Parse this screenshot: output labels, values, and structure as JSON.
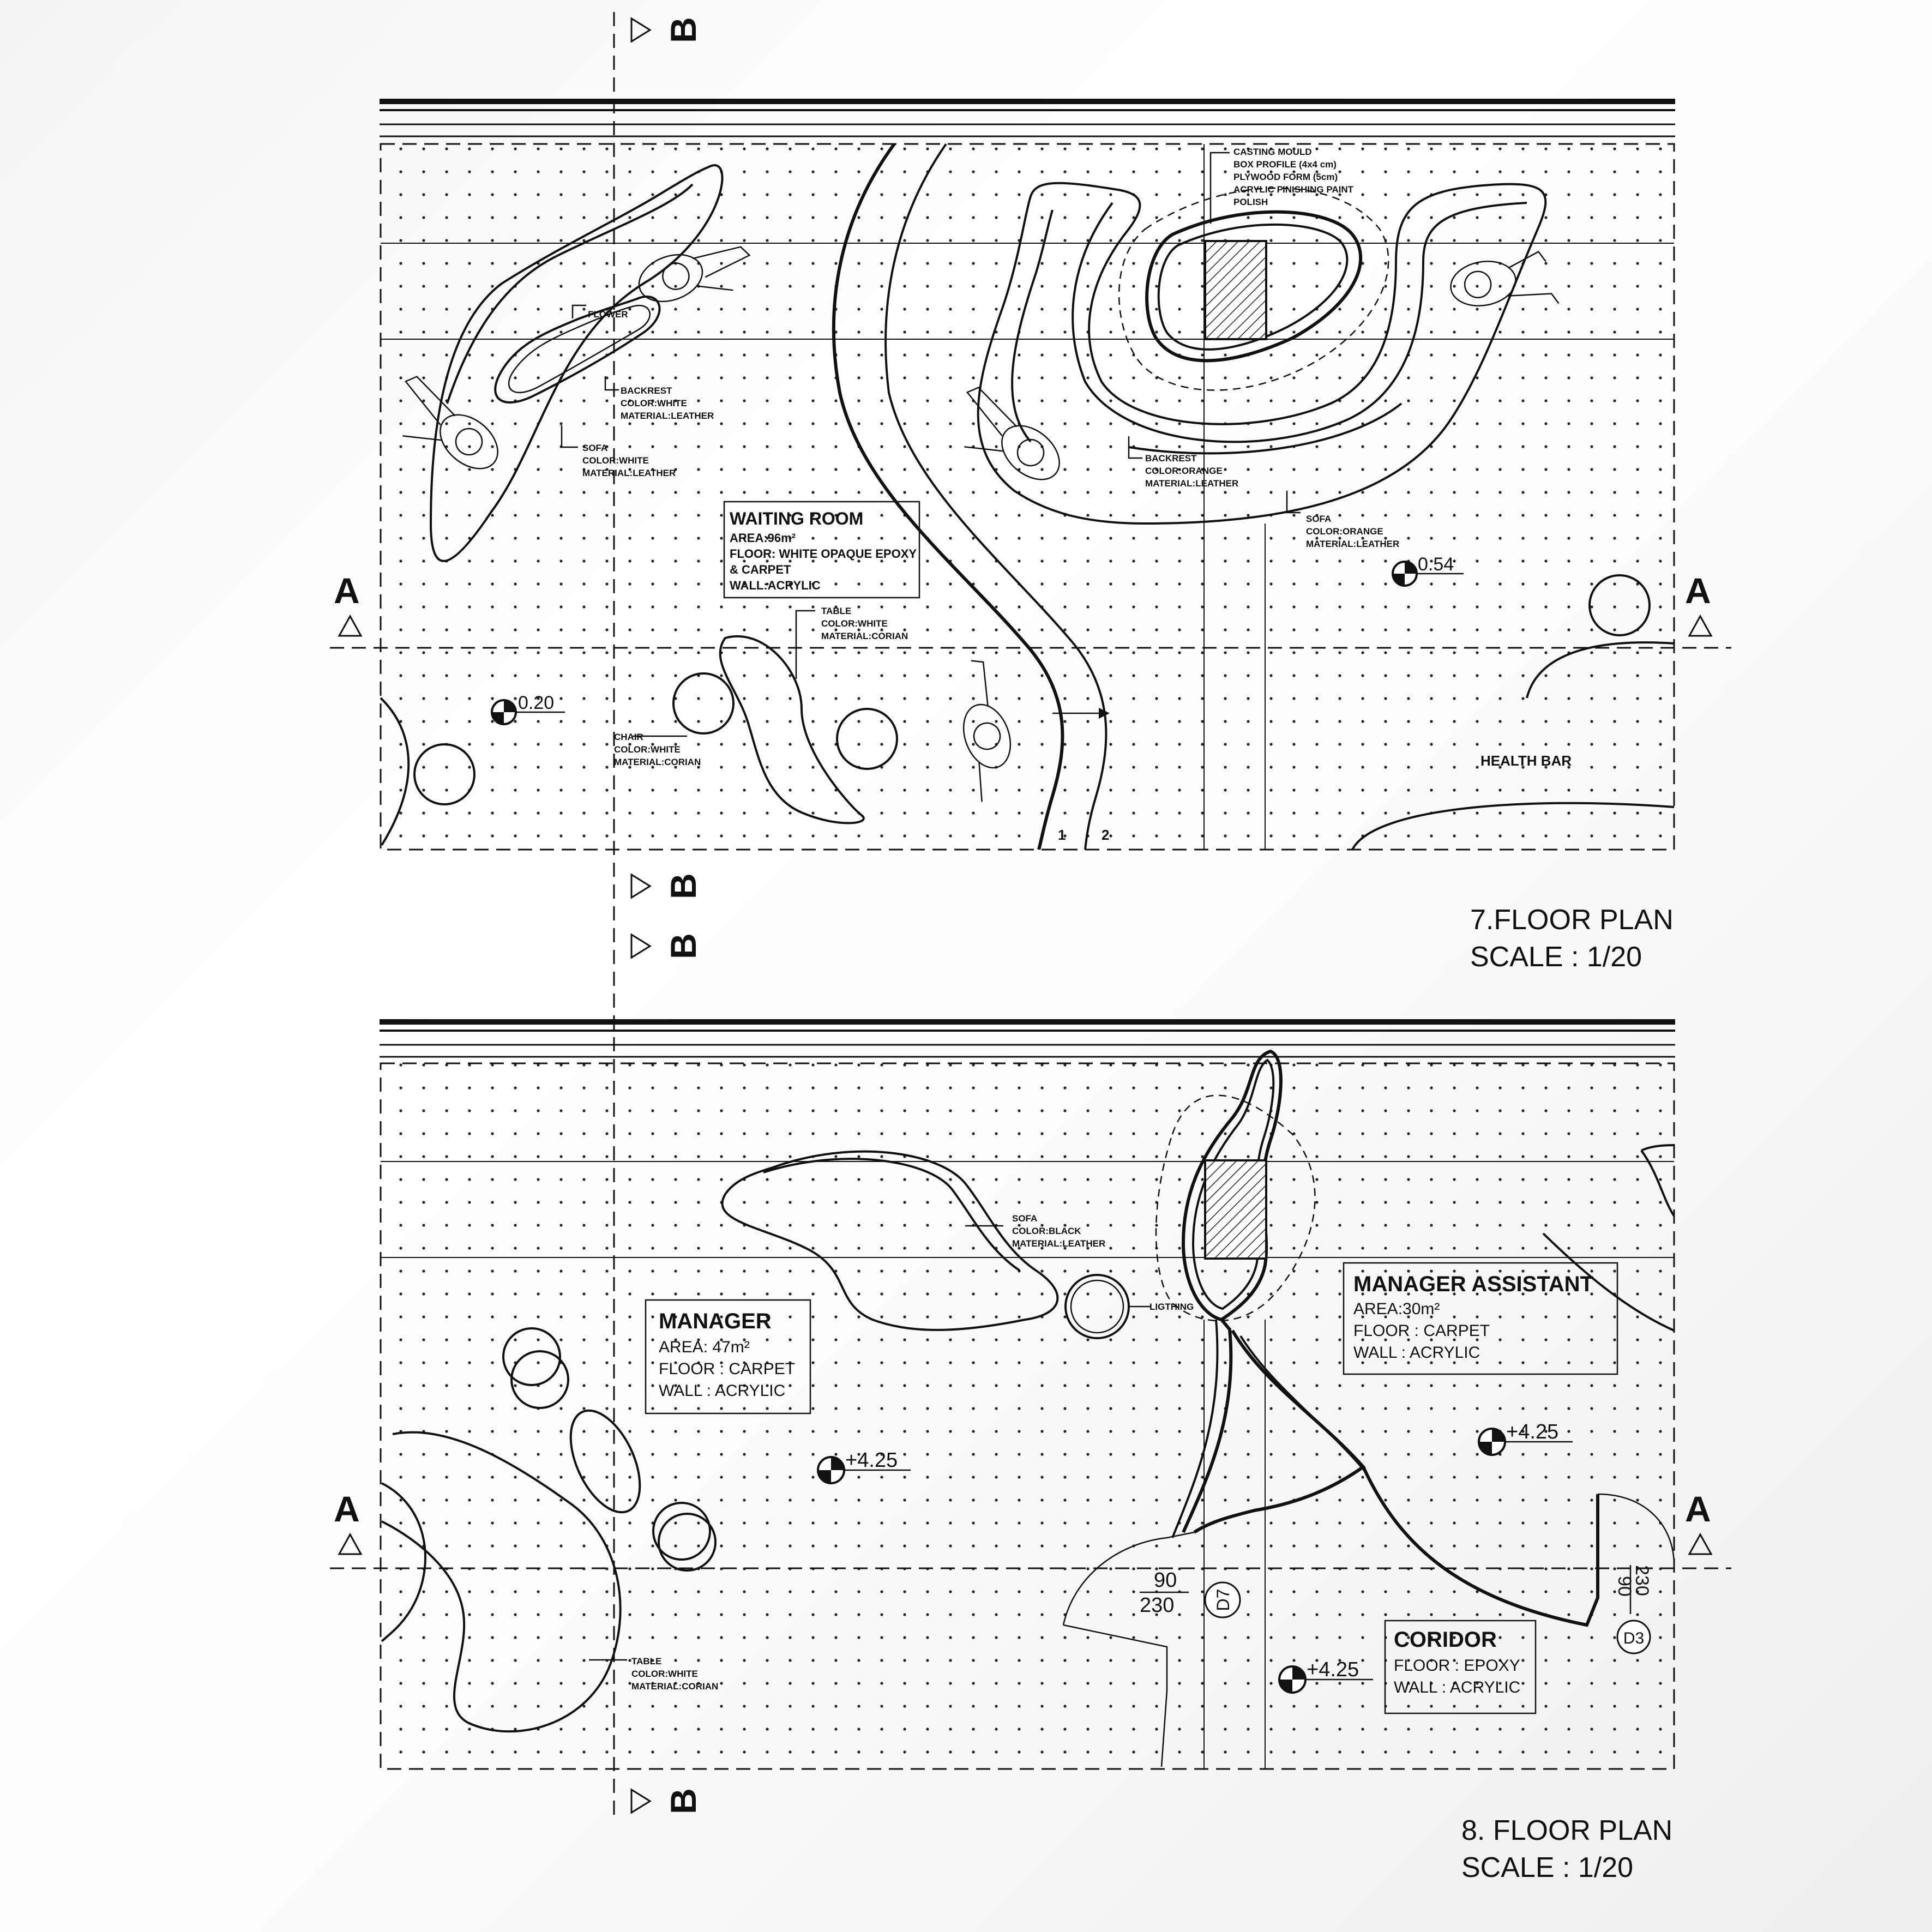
{
  "section_markers": {
    "a": "A",
    "b": "B"
  },
  "plan7": {
    "title": "7.FLOOR PLAN",
    "scale": "SCALE : 1/20",
    "room": {
      "name": "WAITING ROOM",
      "area": "AREA:96m²",
      "floor_line1": "FLOOR: WHITE OPAQUE EPOXY",
      "floor_line2": "& CARPET",
      "wall": "WALL:ACRYLIC"
    },
    "notes": {
      "flower": "FLOWER",
      "backrest_white": [
        "BACKREST",
        "COLOR:WHITE",
        "MATERIAL:LEATHER"
      ],
      "sofa_white": [
        "SOFA",
        "COLOR:WHITE",
        "MATERIAL:LEATHER"
      ],
      "table_white": [
        "TABLE",
        "COLOR:WHITE",
        "MATERIAL:CORIAN"
      ],
      "chair_white": [
        "CHAIR",
        "COLOR:WHITE",
        "MATERIAL:CORIAN"
      ],
      "casting": [
        "CASTING MOULD",
        "BOX PROFILE (4x4 cm)",
        "PLYWOOD FORM (5cm)",
        "ACRYLIC FINISHING PAINT",
        "POLISH"
      ],
      "backrest_orange": [
        "BACKREST",
        "COLOR:ORANGE",
        "MATERIAL:LEATHER"
      ],
      "sofa_orange": [
        "SOFA",
        "COLOR:ORANGE",
        "MATERIAL:LEATHER"
      ],
      "health_bar": "HEALTH BAR"
    },
    "levels": {
      "left": "0.20",
      "right": "0.54"
    },
    "ramp_marks": [
      "1",
      "2"
    ]
  },
  "plan8": {
    "title": "8. FLOOR PLAN",
    "scale": "SCALE : 1/20",
    "manager": {
      "name": "MANAGER",
      "area": "AREA: 47m²",
      "floor": "FLOOR : CARPET",
      "wall": "WALL : ACRYLIC"
    },
    "assistant": {
      "name": "MANAGER ASSISTANT",
      "area": "AREA:30m²",
      "floor": "FLOOR : CARPET",
      "wall": "WALL : ACRYLIC"
    },
    "corridor": {
      "name": "CORIDOR",
      "floor": "FLOOR : EPOXY",
      "wall": "WALL : ACRYLIC"
    },
    "notes": {
      "sofa_black": [
        "SOFA",
        "COLOR:BLACK",
        "MATERIAL:LEATHER"
      ],
      "lighting": "LIGTHING",
      "table_white": [
        "TABLE",
        "COLOR:WHITE",
        "MATERIAL:CORIAN"
      ]
    },
    "levels": {
      "manager": "+4.25",
      "assistant": "+4.25",
      "corridor": "+4.25"
    },
    "doors": {
      "d7": {
        "tag": "D7",
        "width": "90",
        "height": "230"
      },
      "d3": {
        "tag": "D3",
        "width": "90",
        "height": "230"
      }
    }
  }
}
